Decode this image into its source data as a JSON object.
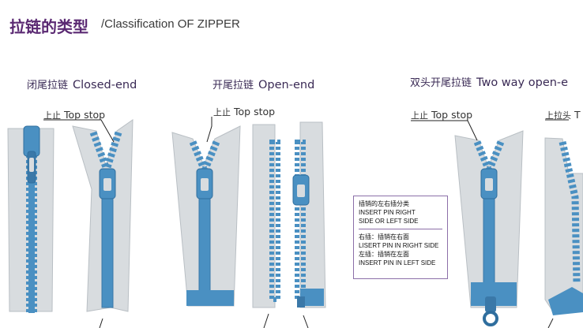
{
  "header": {
    "title_cn": "拉链的类型",
    "title_en": "/Classification OF ZIPPER"
  },
  "sections": [
    {
      "cn": "闭尾拉链",
      "en": "Closed-end"
    },
    {
      "cn": "开尾拉链",
      "en": "Open-end"
    },
    {
      "cn": "双头开尾拉链",
      "en": "Two way open-e"
    }
  ],
  "labels": {
    "top_stop_1": {
      "cn": "上止",
      "en": "Top stop"
    },
    "top_stop_2": {
      "cn": "上止",
      "en": "Top stop"
    },
    "top_stop_3": {
      "cn": "上止",
      "en": "Top stop"
    },
    "top_slider": {
      "cn": "上拉头",
      "en": "T"
    }
  },
  "infobox": {
    "line1": "插销的左右插分类",
    "line2": "INSERT PIN RIGHT",
    "line3": "SIDE OR LEFT SIDE",
    "line4": "右插：插销在右面",
    "line5": "LISERT PIN IN RIGHT SIDE",
    "line6": "左插：插销在左面",
    "line7": "INSERT PIN IN LEFT SIDE"
  },
  "colors": {
    "tape": "#d8dcdf",
    "tape_edge": "#b9bfc4",
    "teeth": "#4a90c2",
    "teeth_dark": "#3a78a8",
    "box_border": "#8c6fa8",
    "title": "#5b2a73",
    "leader": "#222222"
  }
}
